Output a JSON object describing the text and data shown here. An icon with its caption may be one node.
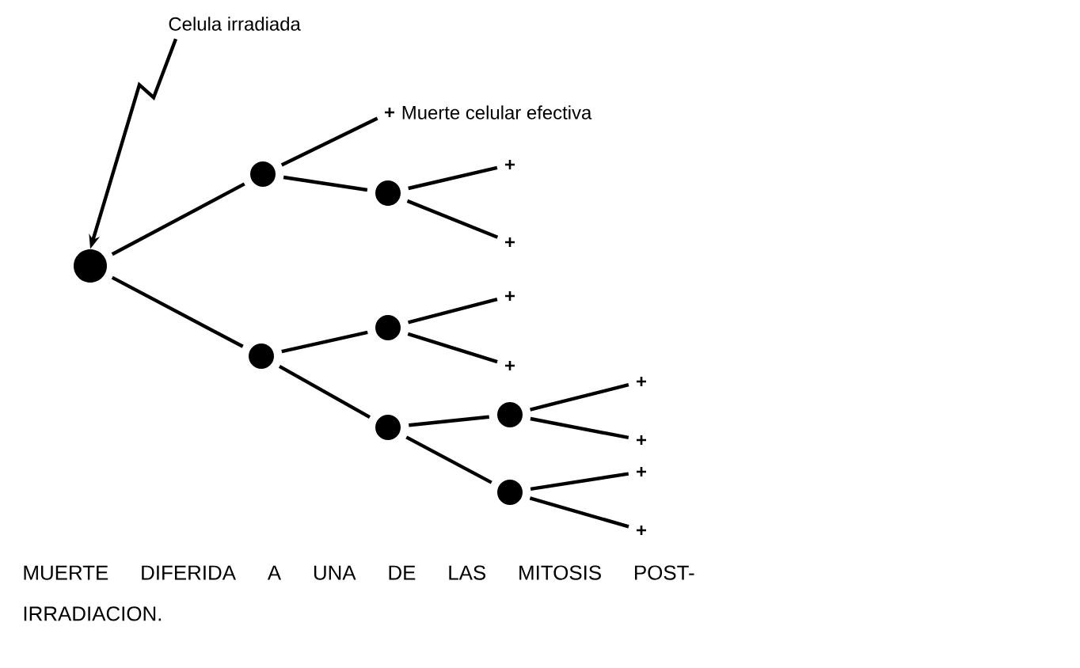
{
  "diagram": {
    "caption": "MUERTE DIFERIDA A UNA DE LAS MITOSIS POST-IRRADIACION.",
    "nodes": [
      {
        "text": [
          "Celula irradiada"
        ]
      },
      {
        "text": [],
        "shape": "circle"
      },
      {
        "text": [],
        "shape": "circle"
      },
      {
        "text": [],
        "shape": "cross",
        "beside": [
          "Muerte celular efectiva"
        ]
      },
      {
        "text": [],
        "shape": "circle"
      },
      {
        "text": [],
        "shape": "cross"
      },
      {
        "text": [],
        "shape": "cross"
      },
      {
        "text": [],
        "shape": "circle"
      },
      {
        "text": [],
        "shape": "circle"
      },
      {
        "text": [],
        "shape": "cross"
      },
      {
        "text": [],
        "shape": "cross"
      },
      {
        "text": [],
        "shape": "circle"
      },
      {
        "text": [],
        "shape": "circle"
      },
      {
        "text": [],
        "shape": "cross"
      },
      {
        "text": [],
        "shape": "cross"
      },
      {
        "text": [],
        "shape": "circle"
      },
      {
        "text": [],
        "shape": "cross"
      },
      {
        "text": [],
        "shape": "cross"
      }
    ],
    "edges": [
      {
        "from": 0,
        "to": 1,
        "arrow": "to"
      },
      {
        "from": 1,
        "to": 2,
        "arrow": "none"
      },
      {
        "from": 1,
        "to": 7,
        "arrow": "none"
      },
      {
        "from": 2,
        "to": 3,
        "arrow": "none"
      },
      {
        "from": 2,
        "to": 4,
        "arrow": "none"
      },
      {
        "from": 4,
        "to": 5,
        "arrow": "none"
      },
      {
        "from": 4,
        "to": 6,
        "arrow": "none"
      },
      {
        "from": 7,
        "to": 8,
        "arrow": "none"
      },
      {
        "from": 7,
        "to": 11,
        "arrow": "none"
      },
      {
        "from": 8,
        "to": 9,
        "arrow": "none"
      },
      {
        "from": 8,
        "to": 10,
        "arrow": "none"
      },
      {
        "from": 11,
        "to": 12,
        "arrow": "none"
      },
      {
        "from": 11,
        "to": 15,
        "arrow": "none"
      },
      {
        "from": 12,
        "to": 13,
        "arrow": "none"
      },
      {
        "from": 12,
        "to": 14,
        "arrow": "none"
      },
      {
        "from": 15,
        "to": 16,
        "arrow": "none"
      },
      {
        "from": 15,
        "to": 17,
        "arrow": "none"
      }
    ]
  }
}
